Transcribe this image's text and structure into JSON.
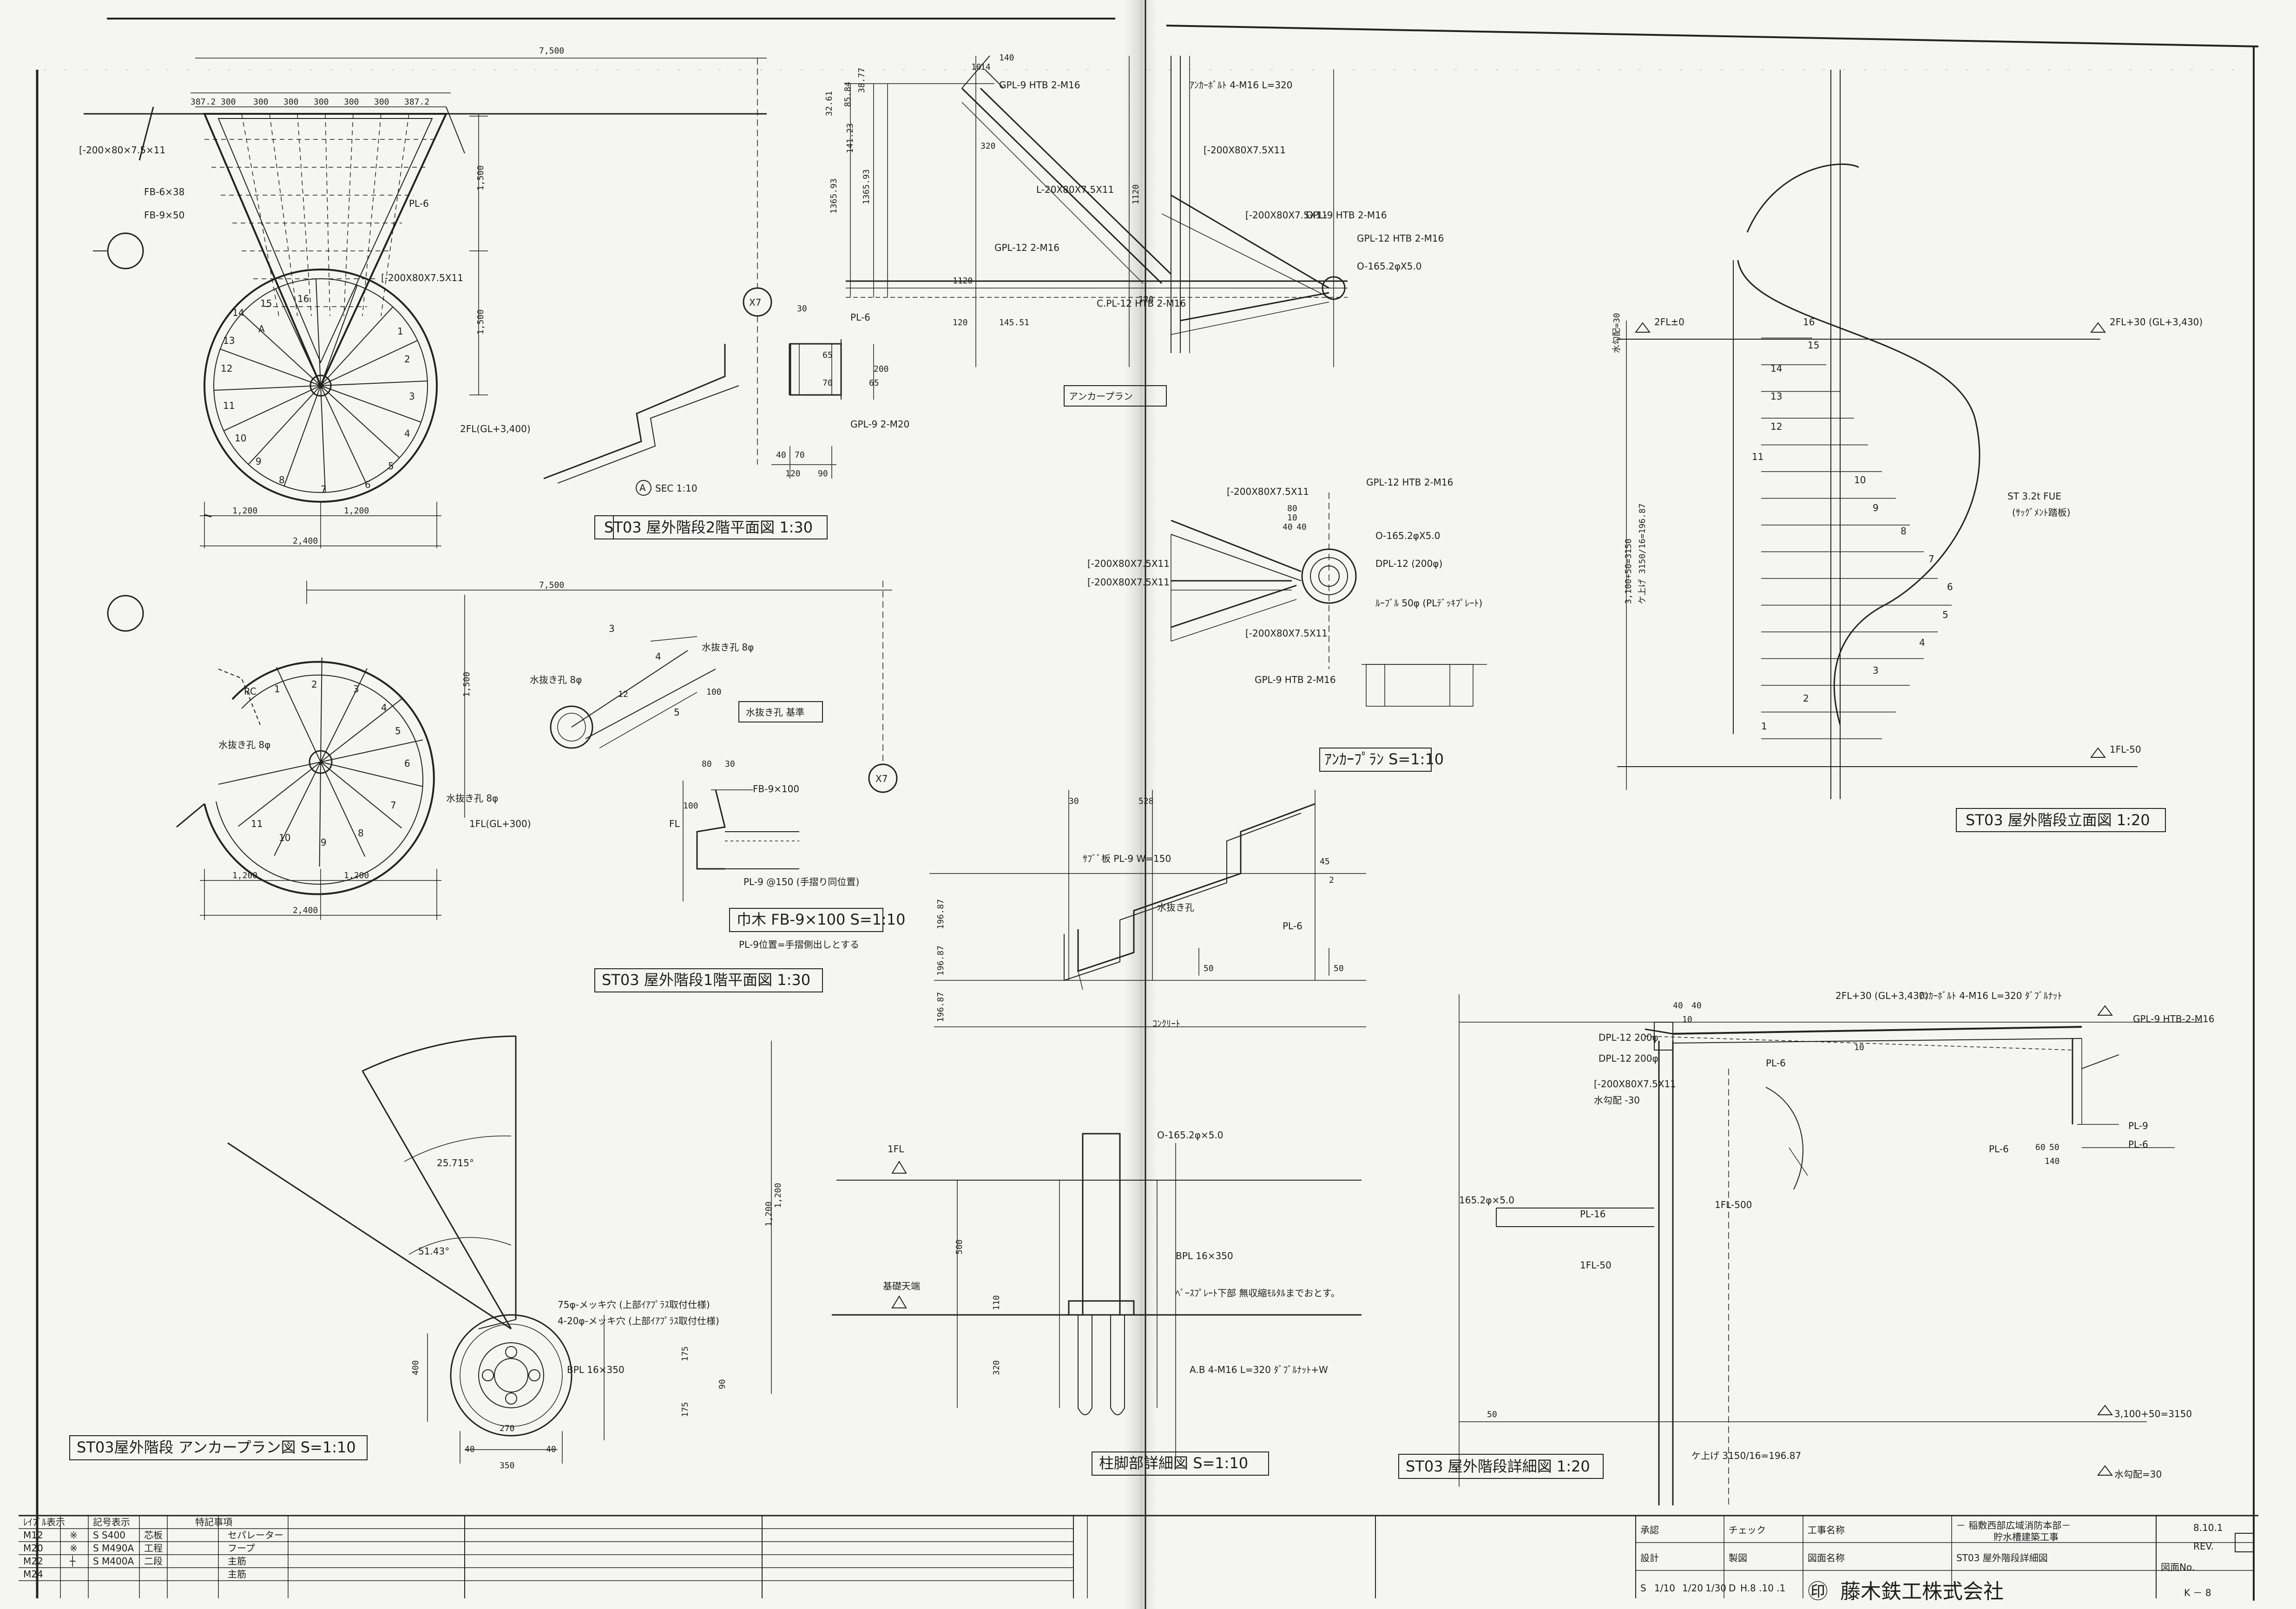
{
  "views": {
    "plan2f": {
      "title": "ST03 屋外階段2階平面図 1:30",
      "dims": [
        "387.2",
        "300",
        "300",
        "300",
        "300",
        "300",
        "300",
        "387.2",
        "7,500",
        "1,500",
        "1,500",
        "1,200",
        "1,200",
        "2,400"
      ],
      "labels": [
        "[-200×80×7.5×11",
        "FB-6×38",
        "FB-9×50",
        "PL-6",
        "[-200X80X7.5X11",
        "2FL(GL+3,400)"
      ],
      "steps": [
        "1",
        "2",
        "3",
        "4",
        "5",
        "6",
        "7",
        "8",
        "9",
        "10",
        "11",
        "12",
        "13",
        "14",
        "15",
        "16"
      ],
      "grid": "X7",
      "rc": "A"
    },
    "plan1f": {
      "title": "ST03 屋外階段1階平面図 1:30",
      "dims": [
        "7,500",
        "1,500",
        "1,200",
        "1,200",
        "2,400"
      ],
      "labels": [
        "水抜き孔 8φ",
        "水抜き孔 8φ",
        "1FL(GL+300)"
      ],
      "steps": [
        "1",
        "2",
        "3",
        "4",
        "5",
        "6",
        "7",
        "8",
        "9",
        "10",
        "11"
      ],
      "rc": "RC",
      "grid": "X7"
    },
    "sectionA": {
      "title": "SEC 1:10",
      "marker": "A",
      "labels": [
        "PL-6",
        "GPL-9 2-M20"
      ],
      "dims": [
        "30",
        "65",
        "200",
        "70",
        "65",
        "40",
        "70",
        "120",
        "90"
      ]
    },
    "drainDetail": {
      "labels": [
        "水抜き孔 8φ",
        "水抜き孔 8φ"
      ],
      "nums": [
        "3",
        "4",
        "5",
        "12",
        "100"
      ],
      "note": "水抜き孔 基準"
    },
    "nosing": {
      "title": "巾木 FB-9×100 S=1:10",
      "labels": [
        "FB-9×100",
        "FL",
        "PL-9 @150 (手摺り同位置)",
        "PL-9位置=手摺側出しとする"
      ],
      "dims": [
        "80",
        "30",
        "100"
      ]
    },
    "anchorPlanLarge": {
      "title": "ST03屋外階段 アンカープラン図 S=1:10",
      "angles": [
        "25.715°",
        "51.43°"
      ],
      "labels": [
        "75φ-メッキ穴 (上部ｲｱﾌﾟﾗｽ取付仕様)",
        "4-20φ-メッキ穴 (上部ｲｱﾌﾟﾗｽ取付仕様)",
        "BPL 16×350"
      ],
      "dims": [
        "1,200",
        "400",
        "270",
        "40",
        "40",
        "350",
        "175",
        "175",
        "90"
      ]
    },
    "topDetail": {
      "labels": [
        "GPL-9 HTB 2-M16",
        "ｱﾝｶｰﾎﾞﾙﾄ 4-M16 L=320",
        "[-200X80X7.5X11",
        "L-20X80X7.5X11",
        "[-200X80X7.5X11",
        "GPL-12 2-M16",
        "GPL-9 HTB 2-M16",
        "GPL-12 HTB 2-M16",
        "O-165.2φX5.0",
        "C.PL-12 HTB 2-M16"
      ],
      "dims": [
        "10",
        "14",
        "140",
        "32.61",
        "85.84",
        "38.77",
        "1365.93",
        "141.23",
        "1365.93",
        "1120",
        "120",
        "145.51",
        "1120",
        "120",
        "320"
      ],
      "tag": "アンカープラン"
    },
    "anchorPlanSmall": {
      "title": "ｱﾝｶｰﾌﾟﾗﾝ S=1:10",
      "labels": [
        "[-200X80X7.5X11",
        "GPL-12 HTB 2-M16",
        "O-165.2φX5.0",
        "DPL-12 (200φ)",
        "[-200X80X7.5X11",
        "[-200X80X7.5X11",
        "ﾙｰﾌﾞﾙ 50φ (PLﾃﾞｯｷﾌﾟﾚｰﾄ)",
        "[-200X80X7.5X11",
        "GPL-9 HTB 2-M16"
      ],
      "dims": [
        "80",
        "10",
        "40",
        "40"
      ]
    },
    "treadDetail": {
      "labels": [
        "ｻﾌﾞﾞ板 PL-9 W=150",
        "水抜き孔",
        "PL-6",
        "ｺﾝｸﾘｰﾄ"
      ],
      "dims": [
        "30",
        "528",
        "196.87",
        "196.87",
        "196.87",
        "50",
        "50",
        "45",
        "2"
      ]
    },
    "columnBase": {
      "title": "柱脚部詳細図 S=1:10",
      "labels": [
        "O-165.2φ×5.0",
        "BPL 16×350",
        "ﾍﾞｰｽﾌﾟﾚｰﾄ下部 無収縮ﾓﾙﾀﾙまでおとす。",
        "A.B 4-M16 L=320 ﾀﾞﾌﾞﾙﾅｯﾄ+W",
        "1FL",
        "基礎天端"
      ],
      "dims": [
        "500",
        "110",
        "320",
        "1,200"
      ]
    },
    "elevation": {
      "title": "ST03 屋外階段立面図 1:20",
      "levels": [
        "2FL±0",
        "2FL+30 (GL+3,430)",
        "1FL-50"
      ],
      "labels": [
        "ST 3.2t FUE",
        "(ｻｯｸﾞﾒﾝﾄ踏板)",
        "水勾配=30",
        "ケ上げ 3150/16=196.87",
        "3,100+50=3150"
      ],
      "steps": [
        "1",
        "2",
        "3",
        "4",
        "5",
        "6",
        "7",
        "8",
        "9",
        "10",
        "11",
        "12",
        "13",
        "14",
        "15",
        "16"
      ]
    },
    "sectionDetail": {
      "title": "ST03 屋外階段詳細図 1:20",
      "labels": [
        "DPL-12 200φ",
        "DPL-12 200φ",
        "[-200X80X7.5X11",
        "水勾配 -30",
        "PL-6",
        "2FL+30 (GL+3,430)",
        "ｱﾝｶｰﾎﾞﾙﾄ 4-M16 L=320 ﾀﾞﾌﾞﾙﾅｯﾄ",
        "GPL-9 HTB-2-M16",
        "PL-9",
        "PL-6",
        "PL-6",
        "165.2φ×5.0",
        "PL-16",
        "1FL-50",
        "1FL-500",
        "ケ上げ 3150/16=196.87",
        "3,100+50=3150",
        "水勾配=30"
      ],
      "dims": [
        "40",
        "10",
        "40",
        "60",
        "50",
        "140",
        "10",
        "50"
      ]
    }
  },
  "titleBlock": {
    "legendHeader": [
      "ﾚｲﾌﾞﾙ表示",
      "記号表示"
    ],
    "legendRows": [
      [
        "M12",
        "※",
        "S S400",
        "芯板"
      ],
      [
        "M20",
        "※",
        "S M490A",
        "工程"
      ],
      [
        "M22",
        "┼",
        "S M400A",
        "二段"
      ],
      [
        "M24",
        "",
        "",
        ""
      ]
    ],
    "noteHeader": "特記事項",
    "notes": [
      "セパレーター",
      "フープ",
      "主筋",
      "主筋"
    ],
    "approval": [
      "承認",
      "設計",
      "チェック",
      "製図"
    ],
    "projectLabel": "工事名称",
    "project": [
      "－ 稲敷西部広域消防本部－",
      "貯水槽建築工事"
    ],
    "drawingLabel": "図面名称",
    "drawingName": "ST03 屋外階段詳細図",
    "scaleLabel": "S",
    "scales": [
      "1/10",
      "1/20",
      "1/30"
    ],
    "dateLabel": "D",
    "date": "H.8 .10 .1",
    "company": "藤木鉄工株式会社",
    "companyMark": "㊞",
    "rev": "8.10.1",
    "revLabel": "REV.",
    "drawingNoLabel": "図面No.",
    "sheetNo": "K － 8"
  }
}
